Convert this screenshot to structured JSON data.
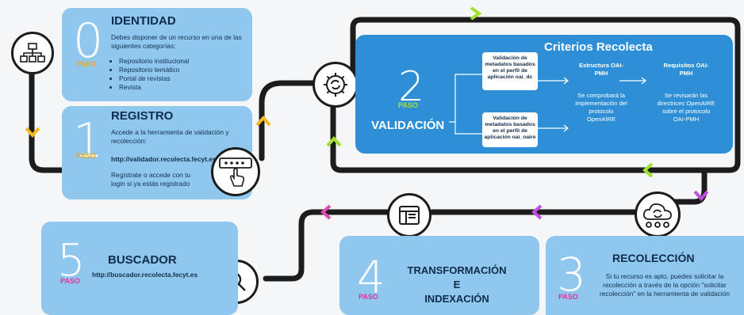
{
  "steps": {
    "s0": {
      "number": "0",
      "paso": "PASO",
      "title": "IDENTIDAD",
      "intro": "Debes disponer de un recurso en una de las siguientes categorías:",
      "items": [
        "Repositorio institucional",
        "Repositorio temático",
        "Portal de revistas",
        "Revista"
      ]
    },
    "s1": {
      "number": "1",
      "paso": "PASO",
      "title": "REGISTRO",
      "intro": "Accede a la herramienta de validación y recolección:",
      "url": "http://validador.recolecta.fecyt.es",
      "note": "Regístrate o accede con tu login si ya estás registrado"
    },
    "s2": {
      "number": "2",
      "paso": "PASO",
      "title": "VALIDACIÓN",
      "criteria_title": "Criterios Recolecta",
      "box_a": "Validación de metadatos basados en el perfil de aplicación oai_dc",
      "box_b": "Validación de metadatos basados en el perfil de aplicación oai_oaire",
      "col1_head": "Estructura OAI-PMH",
      "col1_body": "Se comprobará la implementación del protocolo OpenAIRE",
      "col2_head": "Requisitos OAI-PMH",
      "col2_body": "Se revisarán las directrices OpenAIRE sobre el protocolo OAI-PMH"
    },
    "s3": {
      "number": "3",
      "paso": "PASO",
      "title": "RECOLECCIÓN",
      "body": "Si tu recurso es apto, puedes solicitar la recolección a través de la opción \"solicitar recolección\" en la herramienta de validación"
    },
    "s4": {
      "number": "4",
      "paso": "PASO",
      "title_1": "TRANSFORMACIÓN",
      "title_2": "E",
      "title_3": "INDEXACIÓN"
    },
    "s5": {
      "number": "5",
      "paso": "PASO",
      "title": "BUSCADOR",
      "url": "http://buscador.recolecta.fecyt.es"
    }
  },
  "icons": [
    "network-icon",
    "password-input-icon",
    "hand-pointer-icon",
    "gear-sync-icon",
    "cloud-sync-icon",
    "window-layout-icon",
    "magnifier-icon",
    "chevron-icon"
  ],
  "colors": {
    "card": "#8fc7ef",
    "validation": "#2e8fd6",
    "paso": "#f5a623",
    "paso_pink": "#e5339b",
    "chevron_green": "#a3e02b",
    "chevron_yellow": "#f5b921",
    "chevron_pink": "#e04cb0",
    "chevron_violet": "#c04ee0",
    "path": "#1c1c1c"
  }
}
